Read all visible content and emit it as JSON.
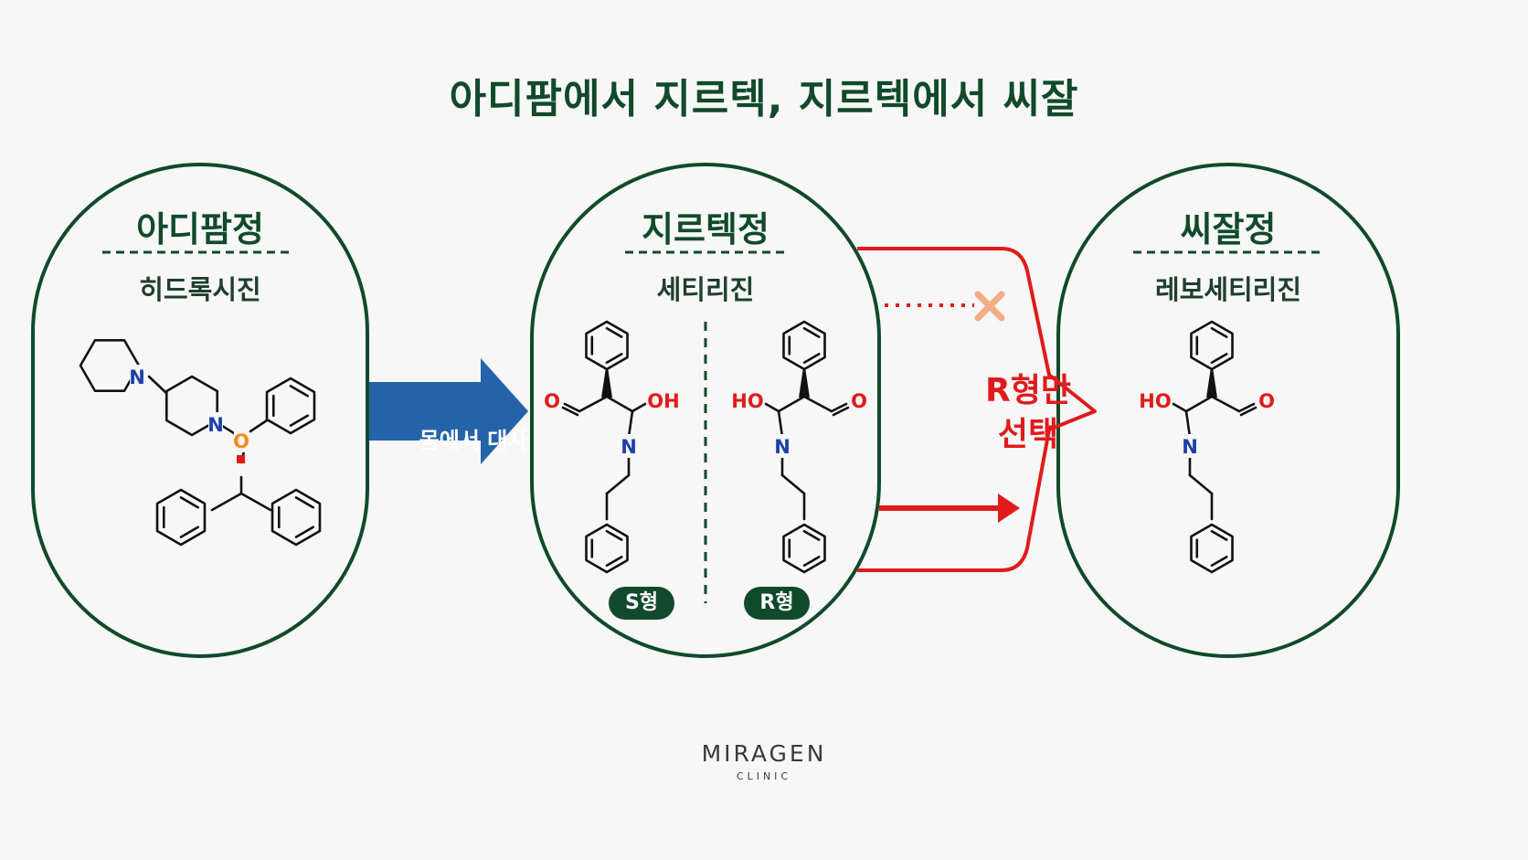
{
  "title": "아디팜에서  지르텍, 지르텍에서 씨잘",
  "panels": [
    {
      "name": "아디팜정",
      "compound": "히드록시진"
    },
    {
      "name": "지르텍정",
      "compound": "세티리진"
    },
    {
      "name": "씨잘정",
      "compound": "레보세티리진"
    }
  ],
  "metabolism_label": "몸에서 대사",
  "selection_label": [
    "R형만",
    "선택"
  ],
  "isomer_badges": [
    "S형",
    "R형"
  ],
  "atom_labels": {
    "N": "N",
    "O": "O",
    "OH": "OH",
    "HO": "HO"
  },
  "logo": {
    "main": "MIRAGEN",
    "sub": "CLINIC"
  },
  "colors": {
    "dark_green": "#114a2a",
    "blue_arrow": "#2463a8",
    "red": "#e01b1b",
    "orange": "#f28a1e",
    "cross": "#f0ae84",
    "atom_blue": "#1c3fa8",
    "atom_red": "#e01b1b"
  }
}
